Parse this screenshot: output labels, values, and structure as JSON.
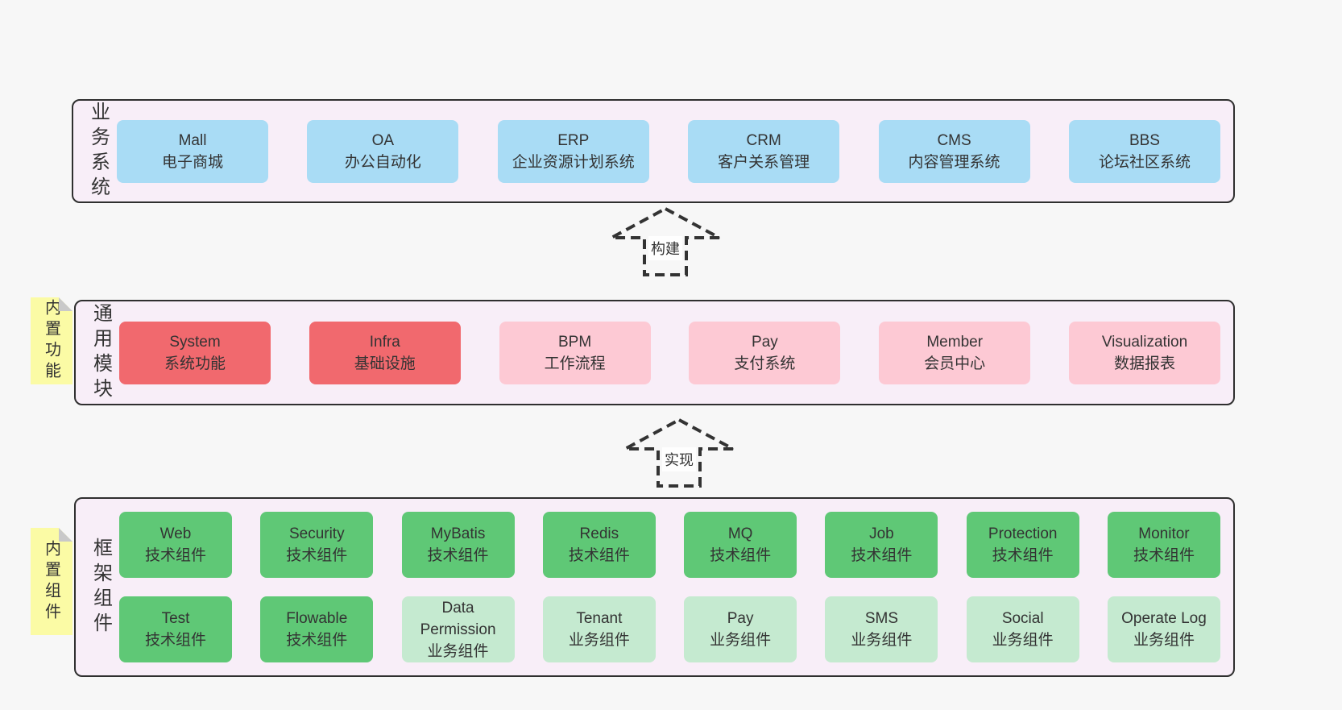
{
  "page": {
    "background": "#f7f7f7"
  },
  "colors": {
    "layer_background": "#f8eef8",
    "layer_border": "#2f2f2f",
    "business_box": "#a9dcf5",
    "core_module_box": "#f1696e",
    "optional_module_box": "#fdc9d4",
    "tech_component_box": "#5fc876",
    "biz_component_box": "#c5ead0",
    "note_background": "#fbfba5",
    "note_fold": "#c9c9c9",
    "text": "#333333",
    "arrow_stroke": "#333333"
  },
  "business": {
    "label": "业务系统",
    "boxes": [
      {
        "title": "Mall",
        "subtitle": "电子商城"
      },
      {
        "title": "OA",
        "subtitle": "办公自动化"
      },
      {
        "title": "ERP",
        "subtitle": "企业资源计划系统"
      },
      {
        "title": "CRM",
        "subtitle": "客户关系管理"
      },
      {
        "title": "CMS",
        "subtitle": "内容管理系统"
      },
      {
        "title": "BBS",
        "subtitle": "论坛社区系统"
      }
    ]
  },
  "arrows": {
    "build": "构建",
    "implement": "实现"
  },
  "modules": {
    "label": "通用模块",
    "note": "内置功能",
    "boxes": [
      {
        "title": "System",
        "subtitle": "系统功能",
        "variant": "core"
      },
      {
        "title": "Infra",
        "subtitle": "基础设施",
        "variant": "core"
      },
      {
        "title": "BPM",
        "subtitle": "工作流程",
        "variant": "optional"
      },
      {
        "title": "Pay",
        "subtitle": "支付系统",
        "variant": "optional"
      },
      {
        "title": "Member",
        "subtitle": "会员中心",
        "variant": "optional"
      },
      {
        "title": "Visualization",
        "subtitle": "数据报表",
        "variant": "optional"
      }
    ]
  },
  "components": {
    "label": "框架组件",
    "note": "内置组件",
    "row1": [
      {
        "title": "Web",
        "subtitle": "技术组件",
        "variant": "tech"
      },
      {
        "title": "Security",
        "subtitle": "技术组件",
        "variant": "tech"
      },
      {
        "title": "MyBatis",
        "subtitle": "技术组件",
        "variant": "tech"
      },
      {
        "title": "Redis",
        "subtitle": "技术组件",
        "variant": "tech"
      },
      {
        "title": "MQ",
        "subtitle": "技术组件",
        "variant": "tech"
      },
      {
        "title": "Job",
        "subtitle": "技术组件",
        "variant": "tech"
      },
      {
        "title": "Protection",
        "subtitle": "技术组件",
        "variant": "tech"
      },
      {
        "title": "Monitor",
        "subtitle": "技术组件",
        "variant": "tech"
      }
    ],
    "row2": [
      {
        "title": "Test",
        "subtitle": "技术组件",
        "variant": "tech"
      },
      {
        "title": "Flowable",
        "subtitle": "技术组件",
        "variant": "tech"
      },
      {
        "title": "Data Permission",
        "subtitle": "业务组件",
        "variant": "biz"
      },
      {
        "title": "Tenant",
        "subtitle": "业务组件",
        "variant": "biz"
      },
      {
        "title": "Pay",
        "subtitle": "业务组件",
        "variant": "biz"
      },
      {
        "title": "SMS",
        "subtitle": "业务组件",
        "variant": "biz"
      },
      {
        "title": "Social",
        "subtitle": "业务组件",
        "variant": "biz"
      },
      {
        "title": "Operate Log",
        "subtitle": "业务组件",
        "variant": "biz"
      }
    ]
  }
}
